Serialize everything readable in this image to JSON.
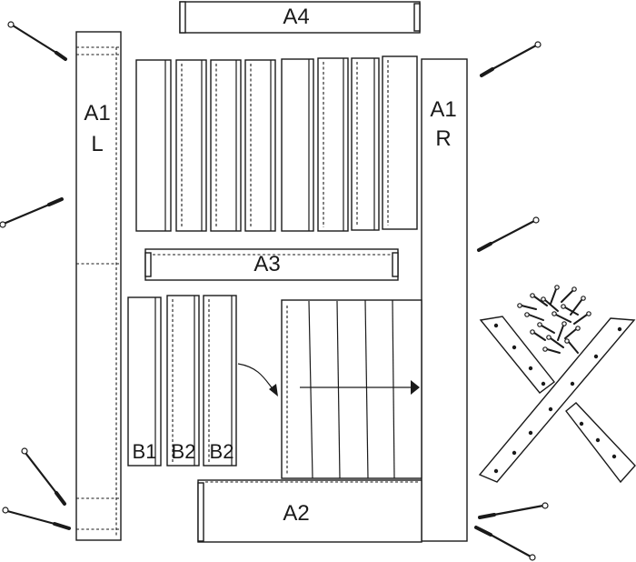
{
  "labels": {
    "a4": "A4",
    "a1l_line1": "A1",
    "a1l_line2": "L",
    "a1r_line1": "A1",
    "a1r_line2": "R",
    "a3": "A3",
    "a2": "A2",
    "b1": "B1",
    "b2_first": "B2",
    "b2_second": "B2"
  },
  "colors": {
    "ink": "#1a1a1a",
    "paper": "#ffffff"
  }
}
